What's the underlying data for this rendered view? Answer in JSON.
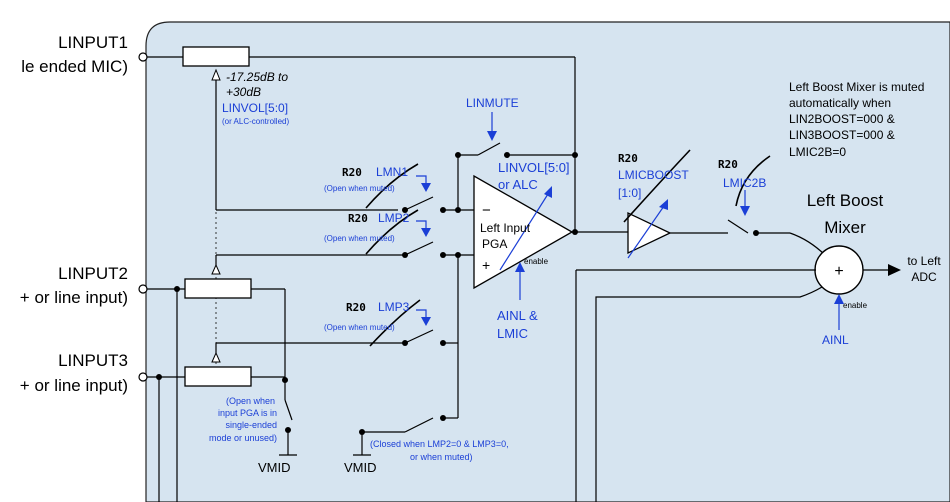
{
  "inputs": {
    "linput1": "LINPUT1",
    "linput1_sub": "le ended MIC)",
    "linput2": "LINPUT2",
    "linput2_sub": "+ or line input)",
    "linput3": "LINPUT3",
    "linput3_sub": "+ or line input)"
  },
  "pga_range": [
    "-17.25dB to",
    "+30dB"
  ],
  "linvol": "LINVOL[5:0]",
  "linvol_note": "(or ALC-controlled)",
  "linmute": "LINMUTE",
  "reg": "R20",
  "lmn1": "LMN1",
  "lmp2": "LMP2",
  "lmp3": "LMP3",
  "open_when_muted": "(Open when muted)",
  "pga": {
    "minus": "−",
    "plus": "+",
    "label_1": "Left Input",
    "label_2": "PGA",
    "enable": "enable",
    "ctrl_1": "LINVOL[5:0]",
    "ctrl_2": "or ALC",
    "enable_src_1": "AINL &",
    "enable_src_2": "LMIC"
  },
  "boost": {
    "label_1": "LMICBOOST",
    "label_2": "[1:0]"
  },
  "lmic2b": "LMIC2B",
  "mixer": {
    "title_1": "Left Boost",
    "title_2": "Mixer",
    "plus": "+",
    "out_1": "to Left",
    "out_2": "ADC",
    "enable": "enable",
    "enable_src": "AINL"
  },
  "mute_note": [
    "Left Boost Mixer is muted",
    "automatically when",
    "LIN2BOOST=000 &",
    "LIN3BOOST=000 &",
    "LMIC2B=0"
  ],
  "vmid_note": [
    "(Open when",
    "input PGA is in",
    "single-ended",
    "mode or unused)"
  ],
  "closed_note": [
    "(Closed when LMP2=0 & LMP3=0,",
    "or when muted)"
  ],
  "vmid": "VMID",
  "colors": {
    "panel_bg": "#d6e4f0",
    "wire": "#000000",
    "control": "#1b3fd6"
  }
}
